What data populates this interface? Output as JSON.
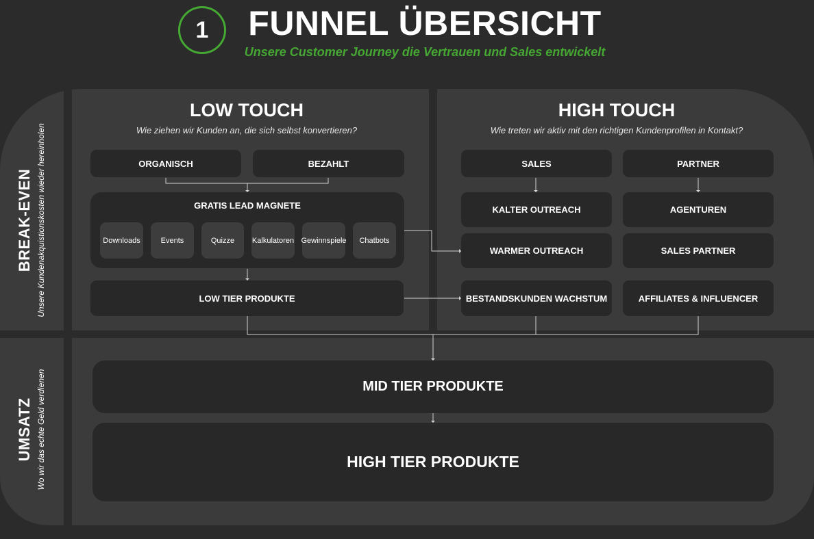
{
  "header": {
    "step_number": "1",
    "title": "FUNNEL ÜBERSICHT",
    "subtitle": "Unsere Customer Journey die Vertrauen und Sales entwickelt"
  },
  "sections": {
    "break_even": {
      "title": "BREAK-EVEN",
      "subtitle": "Unsere Kundenakquistionskosten wieder hereinholen"
    },
    "umsatz": {
      "title": "UMSATZ",
      "subtitle": "Wo wir das echte Geld verdienen"
    }
  },
  "low_touch": {
    "title": "LOW TOUCH",
    "subtitle": "Wie ziehen wir Kunden an, die sich selbst konvertieren?",
    "organisch": "ORGANISCH",
    "bezahlt": "BEZAHLT",
    "lead_magnets": {
      "title": "GRATIS LEAD MAGNETE",
      "items": [
        "Downloads",
        "Events",
        "Quizze",
        "Kalkulatoren",
        "Gewinnspiele",
        "Chatbots"
      ]
    },
    "low_tier": "LOW TIER PRODUKTE"
  },
  "high_touch": {
    "title": "HIGH TOUCH",
    "subtitle": "Wie treten wir aktiv mit den richtigen Kundenprofilen in Kontakt?",
    "sales": "SALES",
    "partner": "PARTNER",
    "kalter_outreach": "KALTER OUTREACH",
    "agenturen": "AGENTUREN",
    "warmer_outreach": "WARMER OUTREACH",
    "sales_partner": "SALES PARTNER",
    "bestandskunden": "BESTANDSKUNDEN WACHSTUM",
    "affiliates": "AFFILIATES & INFLUENCER"
  },
  "revenue": {
    "mid_tier": "MID TIER PRODUKTE",
    "high_tier": "HIGH TIER PRODUKTE"
  },
  "colors": {
    "accent": "#45a832",
    "background": "#2b2b2b",
    "panel": "#3b3b3b",
    "box": "#282828"
  }
}
